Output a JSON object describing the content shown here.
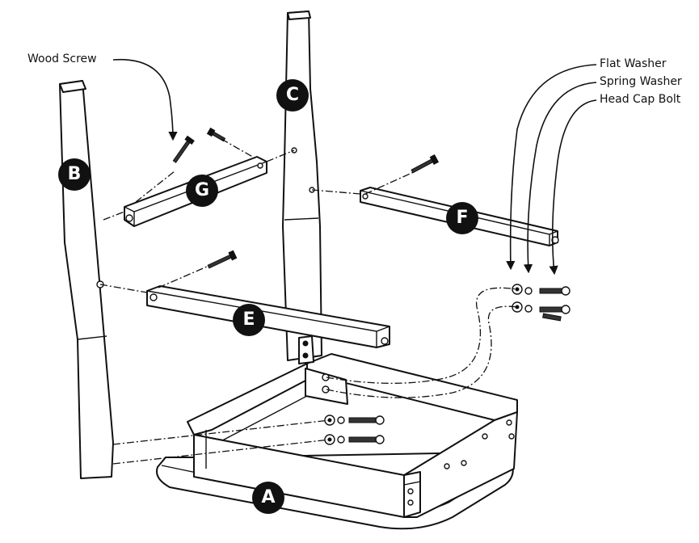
{
  "callouts": {
    "wood_screw": "Wood Screw",
    "flat_washer": "Flat Washer",
    "spring_washer": "Spring Washer",
    "head_cap_bolt": "Head Cap Bolt"
  },
  "parts": {
    "a": "A",
    "b": "B",
    "c": "C",
    "e": "E",
    "f": "F",
    "g": "G"
  },
  "colors": {
    "line": "#111111",
    "background": "#ffffff"
  }
}
